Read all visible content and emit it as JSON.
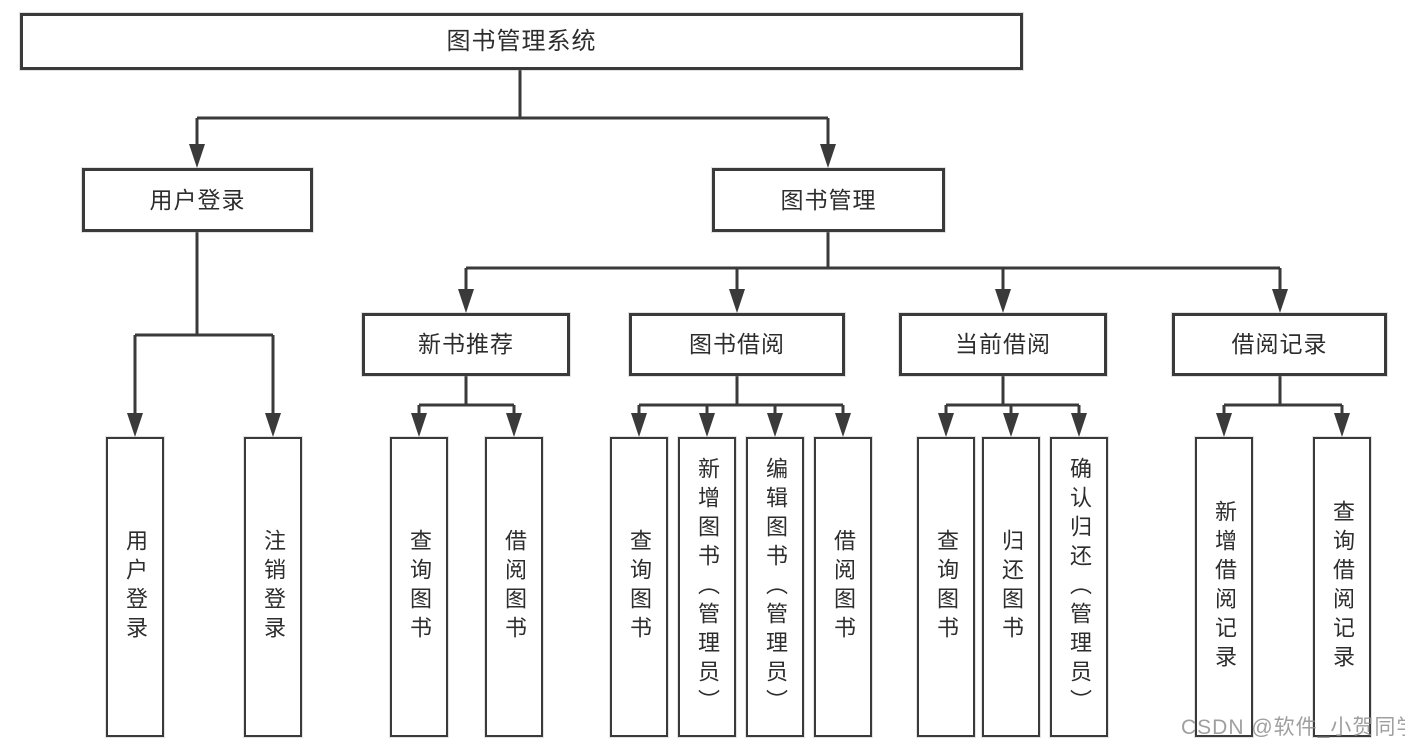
{
  "colors": {
    "background": "#ffffff",
    "line": "#3a3a3a",
    "text": "#2d2d2d",
    "watermark_text": "#8f8f8f"
  },
  "tree": {
    "label": "图书管理系统",
    "children": [
      {
        "label": "用户登录",
        "children": [
          {
            "label": "用户登录"
          },
          {
            "label": "注销登录"
          }
        ]
      },
      {
        "label": "图书管理",
        "children": [
          {
            "label": "新书推荐",
            "children": [
              {
                "label": "查询图书"
              },
              {
                "label": "借阅图书"
              }
            ]
          },
          {
            "label": "图书借阅",
            "children": [
              {
                "label": "查询图书"
              },
              {
                "label": "新增图书（管理员）"
              },
              {
                "label": "编辑图书（管理员）"
              },
              {
                "label": "借阅图书"
              }
            ]
          },
          {
            "label": "当前借阅",
            "children": [
              {
                "label": "查询图书"
              },
              {
                "label": "归还图书"
              },
              {
                "label": "确认归还（管理员）"
              }
            ]
          },
          {
            "label": "借阅记录",
            "children": [
              {
                "label": "新增借阅记录"
              },
              {
                "label": "查询借阅记录"
              }
            ]
          }
        ]
      }
    ]
  },
  "watermark": "CSDN @软件_小贺同学"
}
